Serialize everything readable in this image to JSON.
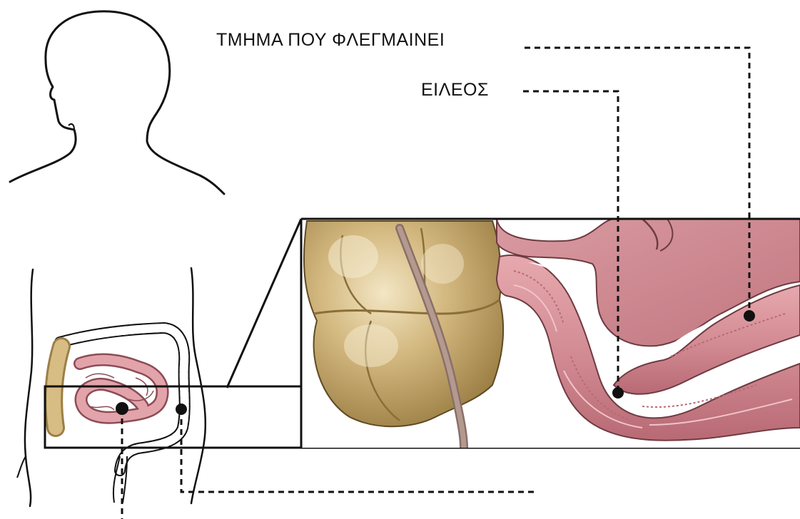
{
  "labels": {
    "inflamed_segment": "ΤΜΗΜΑ ΠΟΥ ΦΛΕΓΜΑΙΝΕΙ",
    "ileum": "ΕΙΛΕΟΣ"
  },
  "colors": {
    "outline": "#111111",
    "intestine_pink": "#d8939a",
    "intestine_pink_dark": "#b86a74",
    "colon_tan": "#c8ae74",
    "colon_tan_dark": "#9c7f45",
    "highlight": "#f1e3c3",
    "background": "#ffffff"
  },
  "figures": [
    "head-silhouette",
    "torso-with-intestines",
    "magnified-intestine-section"
  ]
}
